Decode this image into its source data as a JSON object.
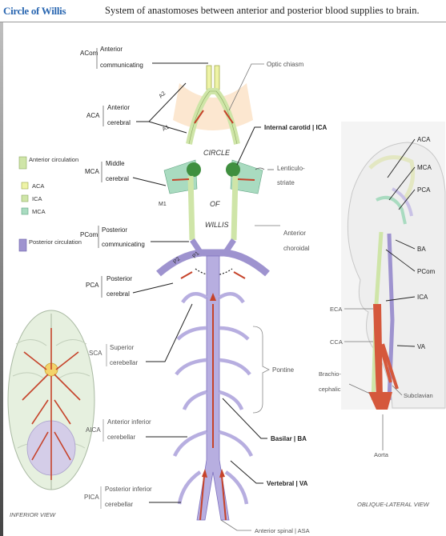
{
  "header": {
    "title": "Circle of Willis",
    "subtitle": "System of anastomoses between anterior and posterior blood supplies to brain."
  },
  "legend": {
    "anterior": "Anterior circulation",
    "aca": "ACA",
    "ica": "ICA",
    "mca": "MCA",
    "posterior": "Posterior circulation",
    "colors": {
      "aca": "#eef3a6",
      "ica": "#cfe5a8",
      "mca": "#a9dbc0",
      "posterior": "#9e93cf"
    }
  },
  "left_labels": {
    "acom_abbr": "ACom",
    "acom_l1": "Anterior",
    "acom_l2": "communicating",
    "aca_abbr": "ACA",
    "aca_l1": "Anterior",
    "aca_l2": "cerebral",
    "mca_abbr": "MCA",
    "mca_l1": "Middle",
    "mca_l2": "cerebral",
    "pcom_abbr": "PCom",
    "pcom_l1": "Posterior",
    "pcom_l2": "communicating",
    "pca_abbr": "PCA",
    "pca_l1": "Posterior",
    "pca_l2": "cerebral",
    "sca_abbr": "SCA",
    "sca_l1": "Superior",
    "sca_l2": "cerebellar",
    "aica_abbr": "AICA",
    "aica_l1": "Anterior inferior",
    "aica_l2": "cerebellar",
    "pica_abbr": "PICA",
    "pica_l1": "Posterior inferior",
    "pica_l2": "cerebellar"
  },
  "center_labels": {
    "a2": "A2",
    "a1": "A1",
    "m1": "M1",
    "p2": "P2",
    "p1": "P1",
    "circle": "CIRCLE",
    "of": "OF",
    "willis": "WILLIS"
  },
  "right_labels": {
    "optic_chiasm": "Optic chiasm",
    "internal_carotid": "Internal carotid | ICA",
    "lenticulo_l1": "Lenticulo-",
    "lenticulo_l2": "striate",
    "anterior_choroidal_l1": "Anterior",
    "anterior_choroidal_l2": "choroidal",
    "pontine": "Pontine",
    "basilar": "Basilar | BA",
    "vertebral": "Vertebral | VA",
    "anterior_spinal": "Anterior spinal | ASA"
  },
  "oblique": {
    "aca": "ACA",
    "mca": "MCA",
    "pca": "PCA",
    "ba": "BA",
    "pcom": "PCom",
    "ica": "ICA",
    "va": "VA",
    "eca": "ECA",
    "cca": "CCA",
    "brachiocephalic_l1": "Brachio-",
    "brachiocephalic_l2": "cephalic",
    "subclavian": "Subclavian",
    "aorta": "Aorta",
    "view_label": "OBLIQUE-LATERAL VIEW"
  },
  "inferior": {
    "view_label": "INFERIOR VIEW"
  }
}
